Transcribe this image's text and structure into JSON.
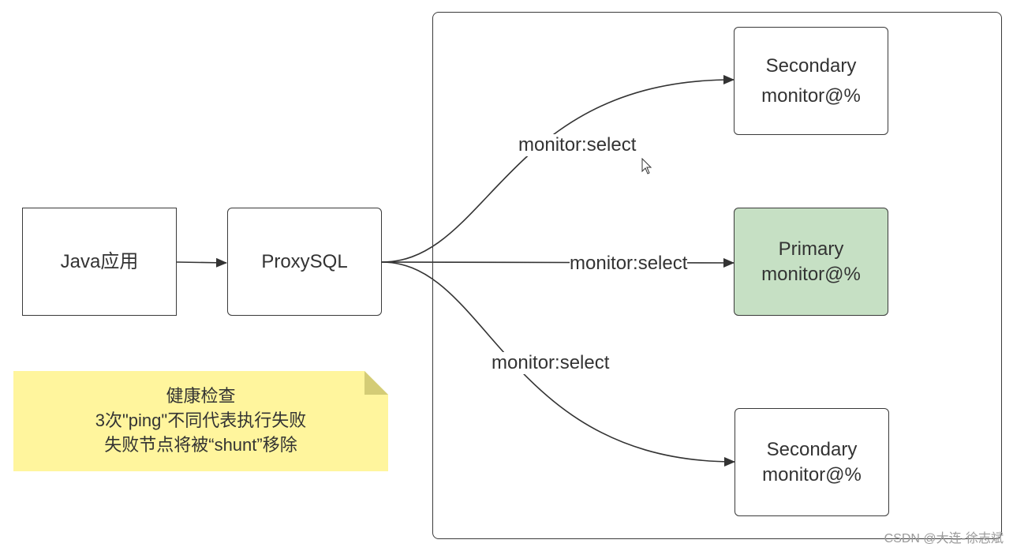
{
  "nodes": {
    "java_app": "Java应用",
    "proxysql": "ProxySQL",
    "secondary_top": {
      "role": "Secondary",
      "user": "monitor@%"
    },
    "primary": {
      "role": "Primary",
      "user": "monitor@%",
      "fill": "#c6e0c4"
    },
    "secondary_bottom": {
      "role": "Secondary",
      "user": "monitor@%"
    }
  },
  "edges": {
    "to_secondary_top": "monitor:select",
    "to_primary": "monitor:select",
    "to_secondary_bottom": "monitor:select"
  },
  "note": {
    "line1": "健康检查",
    "line2": "3次\"ping\"不同代表执行失败",
    "line3": "失败节点将被“shunt”移除",
    "fill": "#fff59d"
  },
  "watermark": "CSDN @大连-徐志斌"
}
